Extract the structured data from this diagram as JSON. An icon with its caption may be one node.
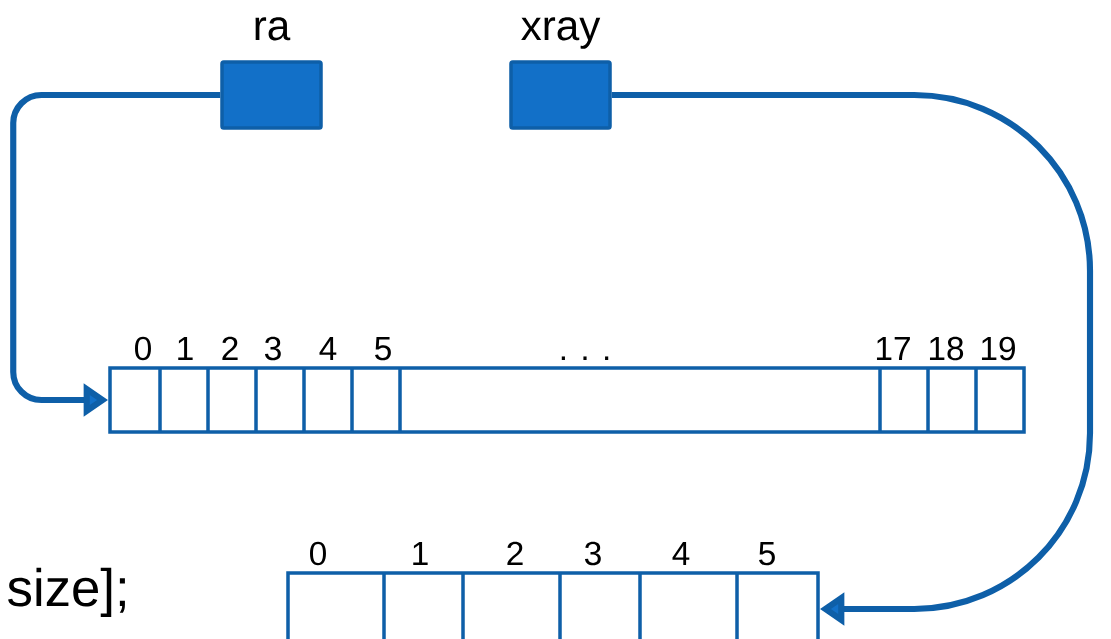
{
  "diagram": {
    "nodes": [
      {
        "text": [
          "ra"
        ]
      },
      {
        "text": [
          "xray"
        ]
      },
      {
        "text": [],
        "shape": "box",
        "beside": [
          "0",
          "1",
          "2",
          "3",
          "4",
          "5",
          ". . .",
          "17",
          "18",
          "19"
        ]
      },
      {
        "text": [],
        "shape": "box",
        "beside": [
          "0",
          "1",
          "2",
          "3",
          "4",
          "5"
        ]
      }
    ],
    "edges": [
      {
        "from": 0,
        "to": 2,
        "arrow": "to"
      },
      {
        "from": 1,
        "to": 3,
        "arrow": "to"
      }
    ],
    "labels": [
      "size];"
    ]
  }
}
